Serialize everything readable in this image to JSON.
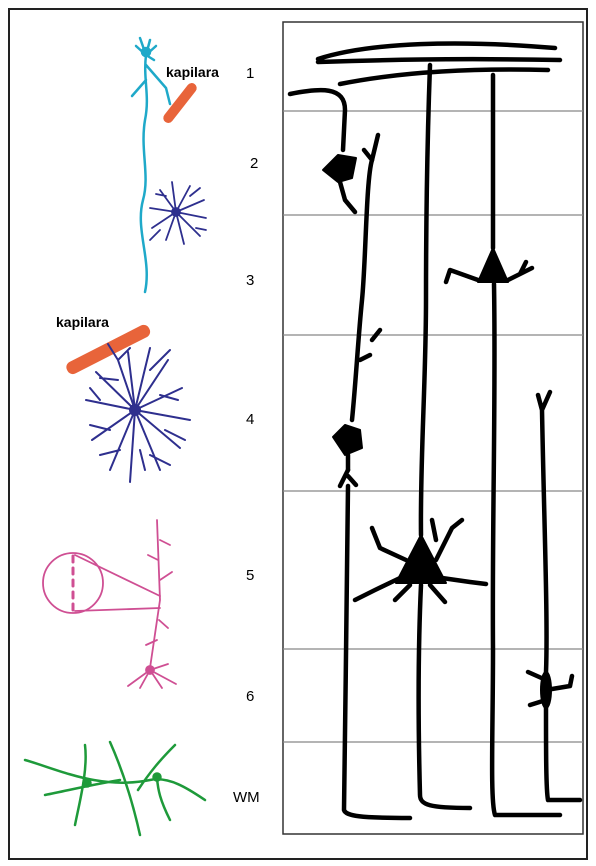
{
  "labels": {
    "capillary_top": "kapilara",
    "capillary_left": "kapilara",
    "layers": [
      "1",
      "2",
      "3",
      "4",
      "5",
      "6",
      "WM"
    ]
  },
  "colors": {
    "frame": "#222222",
    "layer_line": "#888888",
    "neuron": "#000000",
    "astro_cyan": "#1fa9c9",
    "astro_blue": "#2e2f8e",
    "capillary": "#e8643a",
    "pink": "#cf4f93",
    "green": "#1e9a3a"
  }
}
